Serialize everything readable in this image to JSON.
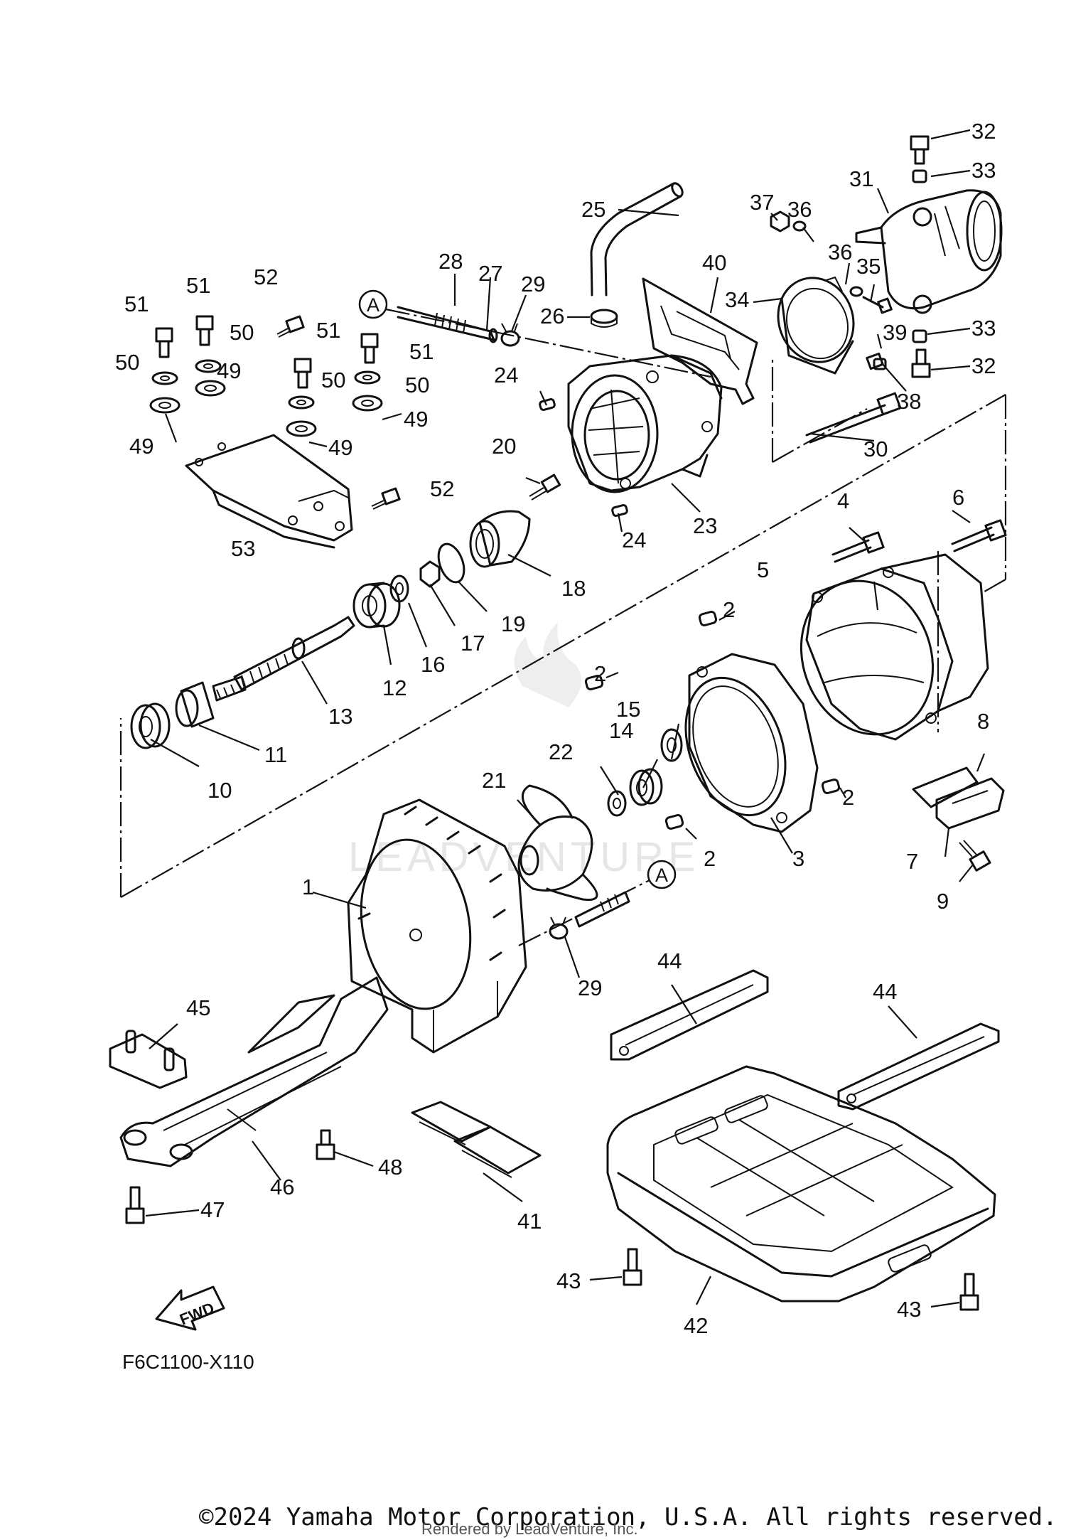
{
  "diagram": {
    "figure_code": "F6C1100-X110",
    "forward_label": "FWD",
    "reference_marker": "A",
    "watermark": "LEADVENTURE",
    "part_labels": [
      "1",
      "2",
      "3",
      "4",
      "5",
      "6",
      "7",
      "8",
      "9",
      "10",
      "11",
      "12",
      "13",
      "14",
      "15",
      "16",
      "17",
      "18",
      "19",
      "20",
      "21",
      "22",
      "23",
      "24",
      "25",
      "26",
      "27",
      "28",
      "29",
      "30",
      "31",
      "32",
      "33",
      "34",
      "35",
      "36",
      "37",
      "38",
      "39",
      "40",
      "41",
      "42",
      "43",
      "44",
      "45",
      "46",
      "47",
      "48",
      "49",
      "50",
      "51",
      "52",
      "53"
    ]
  },
  "footer": {
    "copyright": "©2024 Yamaha Motor Corporation, U.S.A. All rights reserved.",
    "rendered_by": "Rendered by LeadVenture, Inc."
  }
}
